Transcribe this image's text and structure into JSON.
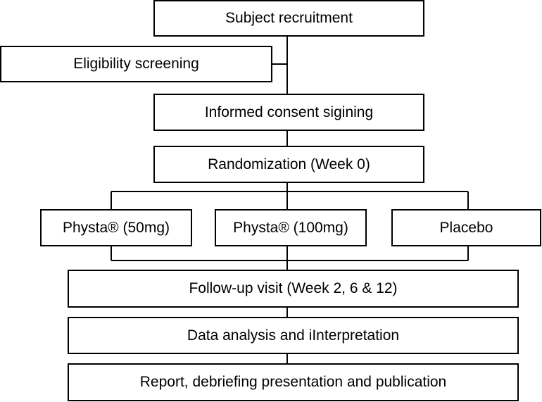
{
  "flowchart": {
    "recruitment": "Subject recruitment",
    "screening": "Eligibility screening",
    "consent": "Informed consent sigining",
    "randomization": "Randomization (Week 0)",
    "arms": [
      "Physta® (50mg)",
      "Physta® (100mg)",
      "Placebo"
    ],
    "followup": "Follow-up visit (Week 2, 6 & 12)",
    "analysis": "Data analysis and iInterpretation",
    "report": "Report, debriefing presentation and publication"
  }
}
